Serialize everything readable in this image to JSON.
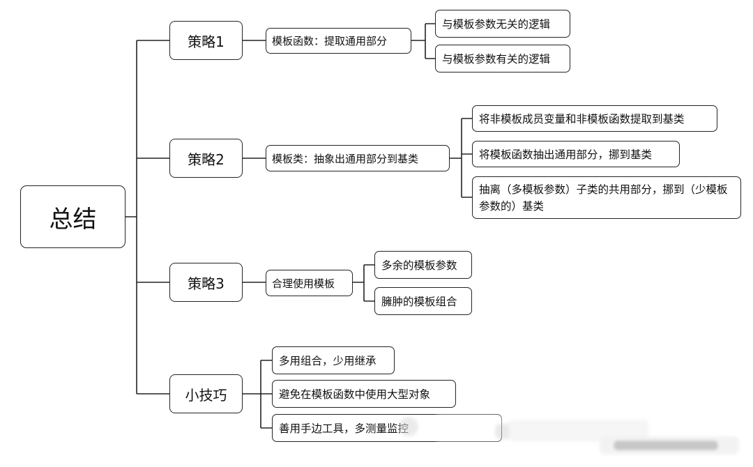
{
  "root": {
    "label": "总结"
  },
  "strategies": [
    {
      "label": "策略1",
      "mid": "模板函数：提取通用部分",
      "leaves": [
        "与模板参数无关的逻辑",
        "与模板参数有关的逻辑"
      ]
    },
    {
      "label": "策略2",
      "mid": "模板类：抽象出通用部分到基类",
      "leaves": [
        "将非模板成员变量和非模板函数提取到基类",
        "将模板函数抽出通用部分，挪到基类",
        "抽离（多模板参数）子类的共用部分，挪到（少模板参数的）基类"
      ]
    },
    {
      "label": "策略3",
      "mid": "合理使用模板",
      "leaves": [
        "多余的模板参数",
        "臃肿的模板组合"
      ]
    },
    {
      "label": "小技巧",
      "leaves": [
        "多用组合，少用继承",
        "避免在模板函数中使用大型对象",
        "善用手边工具，多测量监控"
      ]
    }
  ]
}
